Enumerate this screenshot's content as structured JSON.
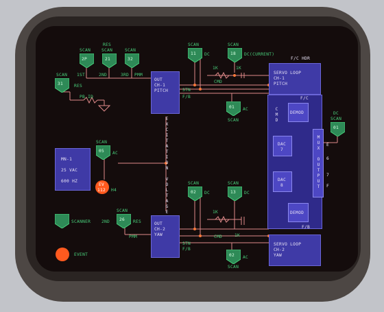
{
  "colors": {
    "bezel": "#4a4440",
    "screen": "#140c0c",
    "block": "#3f3aa6",
    "signal": "#49d17c",
    "wire": "#e08a8a",
    "accent": "#ff7a3a"
  },
  "badges": {
    "scan_top_left": {
      "label": "SCAN",
      "num": "2P"
    },
    "res_top": {
      "label": "RES",
      "num": "21"
    },
    "scan_top_right": {
      "label": "SCAN",
      "num": "32"
    },
    "scan_left": {
      "label": "SCAN",
      "num": "31"
    },
    "scan_dc1": {
      "label": "SCAN",
      "num": "11"
    },
    "scan_dc1b": {
      "label": "SCAN",
      "num": "18"
    },
    "scan_ac1": {
      "label": "SCAN",
      "num": "01"
    },
    "scan_ac_mid": {
      "label": "SCAN",
      "num": "05"
    },
    "scan_dc2": {
      "label": "SCAN",
      "num": "02"
    },
    "scan_dc2b": {
      "label": "SCAN",
      "num": "13"
    },
    "scan_ac2": {
      "label": "SCAN",
      "num": "02"
    },
    "scan_res2": {
      "label": "SCAN",
      "num": "26"
    },
    "scan_right": {
      "label": "SCAN",
      "num": "01"
    }
  },
  "labels": {
    "first": "1ST",
    "second": "2ND",
    "third": "3RD",
    "pmm": "PMM",
    "res": "RES",
    "pbid": "PB.ID",
    "dc": "DC",
    "dc_current": "DC(CURRENT)",
    "one_k": "1K",
    "cmd": "CMD",
    "ac": "AC",
    "scan": "SCAN",
    "stn": "STN",
    "fb": "F/B",
    "fc_hdr": "F/C HDR",
    "fc": "F/C",
    "cmd_v": "CMD",
    "pmm2": "PMM",
    "res2": "RES",
    "second2": "2ND",
    "dc_right": "DC",
    "e": "E",
    "six": "6",
    "seven": "7",
    "f": "F",
    "h4": "H4",
    "fb2": "F/B"
  },
  "blocks": {
    "out1": [
      "OUT",
      "CH-1",
      "PITCH"
    ],
    "out2": [
      "OUT",
      "CH-2",
      "YAW"
    ],
    "servo1": [
      "SERVO LOOP",
      "CH-1",
      "PITCH"
    ],
    "servo2": [
      "SERVO LOOP",
      "CH-2",
      "YAW"
    ],
    "mn": [
      "MN-1",
      "25 VAC",
      "600 HZ"
    ],
    "demod1": "DEMOD",
    "demod2": "DEMOD",
    "dac1": [
      "DAC",
      "7"
    ],
    "dac2": [
      "DAC",
      "8"
    ],
    "mux": "MUX OUTPUT",
    "excitation": "EXCITATION VOLTAGE"
  },
  "ev": {
    "top": "EV",
    "bottom": "112"
  },
  "legend": {
    "scanner_label": "SCANNER",
    "event_label": "EVENT"
  }
}
